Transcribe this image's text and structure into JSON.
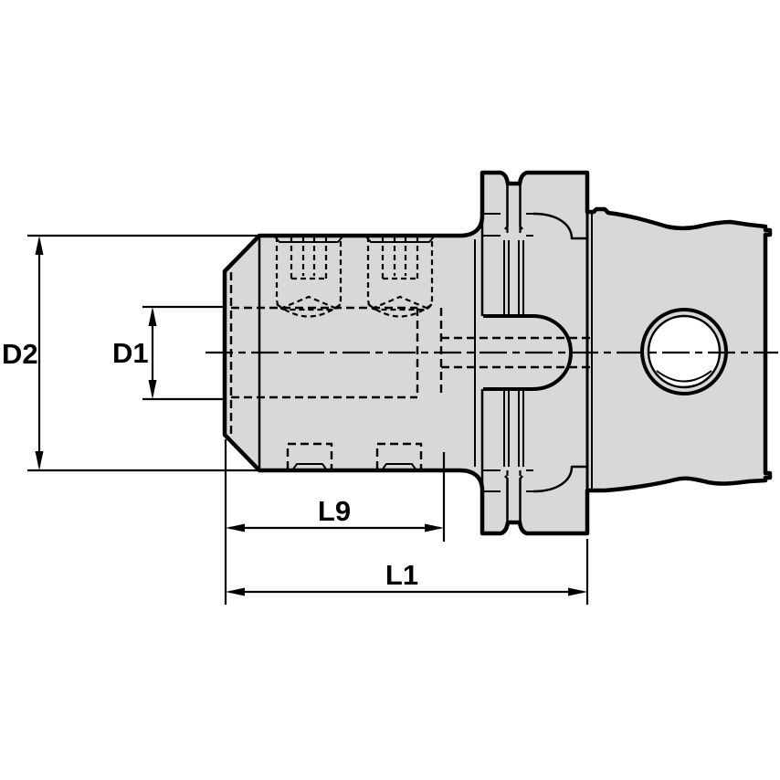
{
  "drawing": {
    "kind": "engineering-drawing-side-view",
    "subject": "end-mill-holder-with-flange-and-spindle-shank",
    "labels": {
      "d2": "D2",
      "d1": "D1",
      "l9": "L9",
      "l1": "L1"
    },
    "colors": {
      "background": "#ffffff",
      "part_fill": "#d8d8d8",
      "line": "#000000"
    }
  }
}
